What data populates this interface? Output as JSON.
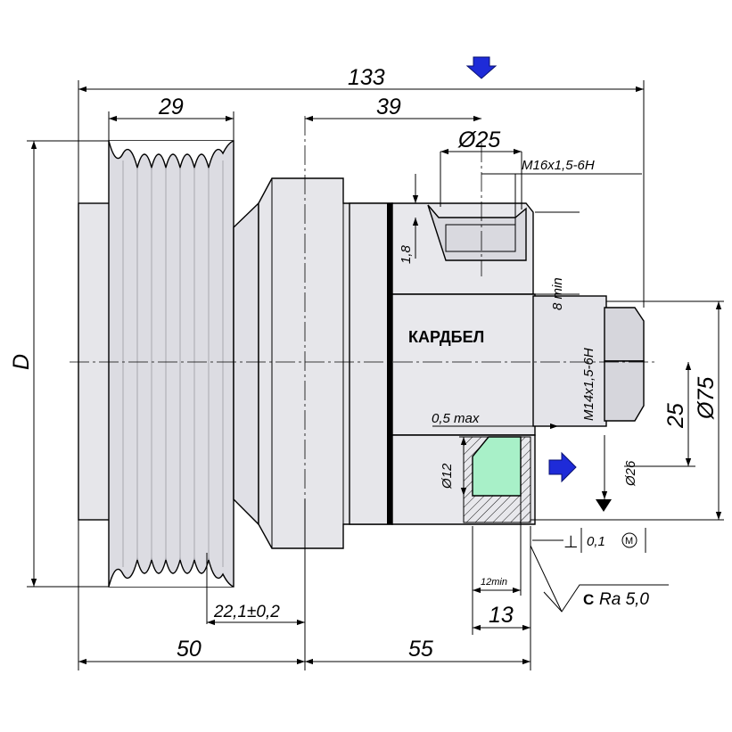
{
  "title": "",
  "brand": "КАРДБЕЛ",
  "dimensions": {
    "overall_length": "133",
    "pulley_width": "29",
    "boss_offset": "39",
    "bore_diameter": "Ø25",
    "thread_main": "M16x1,5-6H",
    "chamfer": "1,8",
    "thread_depth": "8 min",
    "thread_small": "M14x1,5-6H",
    "outer_diameter": "Ø75",
    "radius_offset": "25",
    "pilot_diameter": "Ø26",
    "pin_diameter": "Ø12",
    "max_gap": "0,5 max",
    "pin_depth": "12min",
    "pin_length": "13",
    "pulley_center": "22,1±0,2",
    "left_length": "50",
    "right_length": "55",
    "pulley_diameter": "D"
  },
  "tolerance": {
    "symbol": "⊥",
    "value": "0,1",
    "modifier": "M"
  },
  "roughness": {
    "letter": "C",
    "value": "Ra 5,0"
  },
  "colors": {
    "body": "#e6e6ea",
    "groove": "#cfcfd6",
    "highlight": "#a8f0c8",
    "arrow": "#1e2bd8"
  },
  "icons": {
    "top_arrow": "arrow-down-icon",
    "side_arrow": "arrow-right-icon"
  }
}
